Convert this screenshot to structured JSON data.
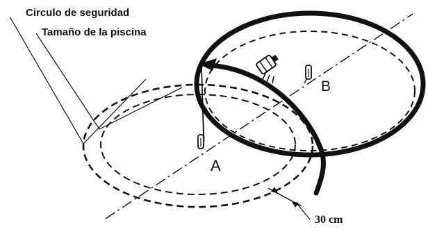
{
  "labels": {
    "safety_circle": "Circulo de seguridad",
    "pool_size": "Tamaño de la piscina",
    "point_a": "A",
    "point_b": "B",
    "clearance": "30 cm"
  },
  "colors": {
    "ink": "#111111",
    "background": "#ffffff"
  },
  "icons": {
    "sprinkler": "lawn-sprinkler-icon",
    "stake_a": "stake-icon",
    "stake_b": "stake-icon"
  }
}
